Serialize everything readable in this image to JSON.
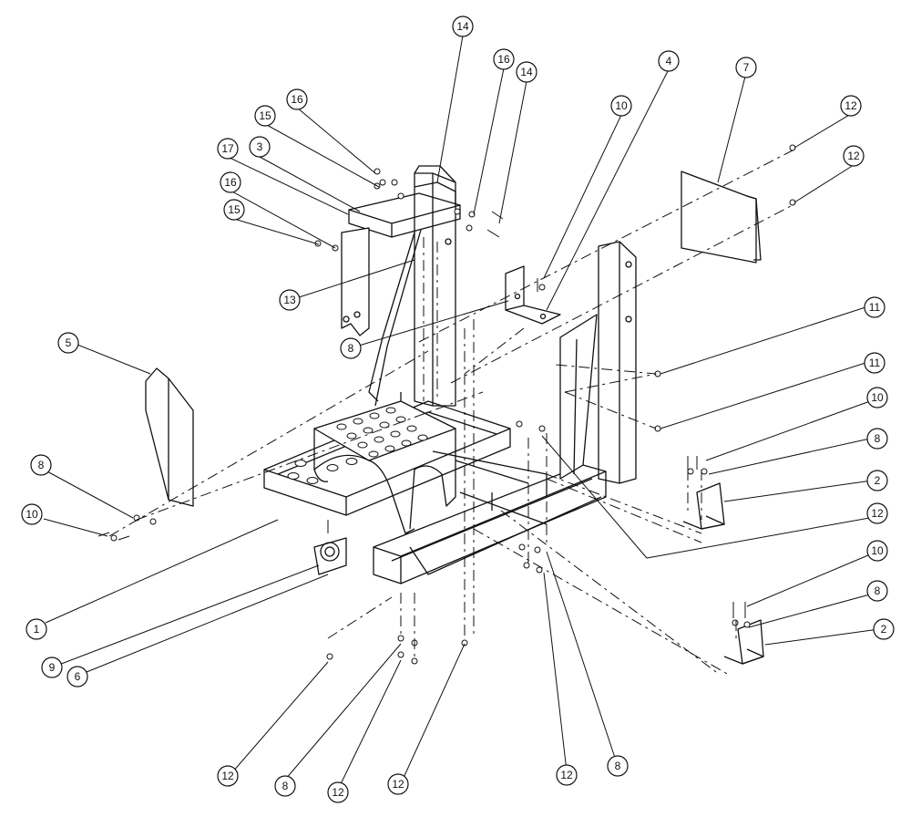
{
  "callouts": [
    {
      "id": "c14a",
      "label": "14"
    },
    {
      "id": "c16a",
      "label": "16"
    },
    {
      "id": "c14b",
      "label": "14"
    },
    {
      "id": "c4",
      "label": "4"
    },
    {
      "id": "c7",
      "label": "7"
    },
    {
      "id": "c12a",
      "label": "12"
    },
    {
      "id": "c16b",
      "label": "16"
    },
    {
      "id": "c10a",
      "label": "10"
    },
    {
      "id": "c15a",
      "label": "15"
    },
    {
      "id": "c17",
      "label": "17"
    },
    {
      "id": "c3",
      "label": "3"
    },
    {
      "id": "c12b",
      "label": "12"
    },
    {
      "id": "c16c",
      "label": "16"
    },
    {
      "id": "c15b",
      "label": "15"
    },
    {
      "id": "c13",
      "label": "13"
    },
    {
      "id": "c11a",
      "label": "11"
    },
    {
      "id": "c5",
      "label": "5"
    },
    {
      "id": "c8a",
      "label": "8"
    },
    {
      "id": "c11b",
      "label": "11"
    },
    {
      "id": "c10b",
      "label": "10"
    },
    {
      "id": "c8b",
      "label": "8"
    },
    {
      "id": "c8c",
      "label": "8"
    },
    {
      "id": "c2a",
      "label": "2"
    },
    {
      "id": "c10c",
      "label": "10"
    },
    {
      "id": "c12c",
      "label": "12"
    },
    {
      "id": "c10d",
      "label": "10"
    },
    {
      "id": "c8d",
      "label": "8"
    },
    {
      "id": "c1",
      "label": "1"
    },
    {
      "id": "c2b",
      "label": "2"
    },
    {
      "id": "c9",
      "label": "9"
    },
    {
      "id": "c6",
      "label": "6"
    },
    {
      "id": "c12d",
      "label": "12"
    },
    {
      "id": "c8e",
      "label": "8"
    },
    {
      "id": "c12e",
      "label": "12"
    },
    {
      "id": "c12f",
      "label": "12"
    },
    {
      "id": "c12g",
      "label": "12"
    },
    {
      "id": "c8f",
      "label": "8"
    }
  ]
}
